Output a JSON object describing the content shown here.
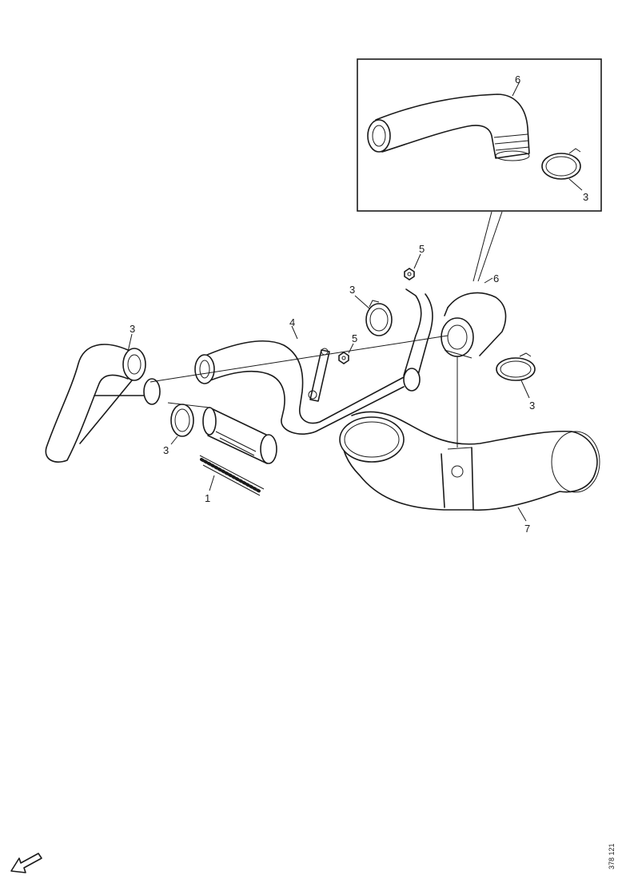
{
  "callouts": {
    "inset_hose": "6",
    "inset_clamp": "3",
    "nut_top": "5",
    "clamp_top": "3",
    "hose_left_clamp": "3",
    "pipe_main": "4",
    "nut_mid": "5",
    "hose_right": "6",
    "clamp_right": "3",
    "clamp_lower_left": "3",
    "sleeve": "1",
    "pipe_large": "7"
  },
  "document_number": "378 121",
  "icons": {
    "orientation": "direction-arrow-icon"
  }
}
